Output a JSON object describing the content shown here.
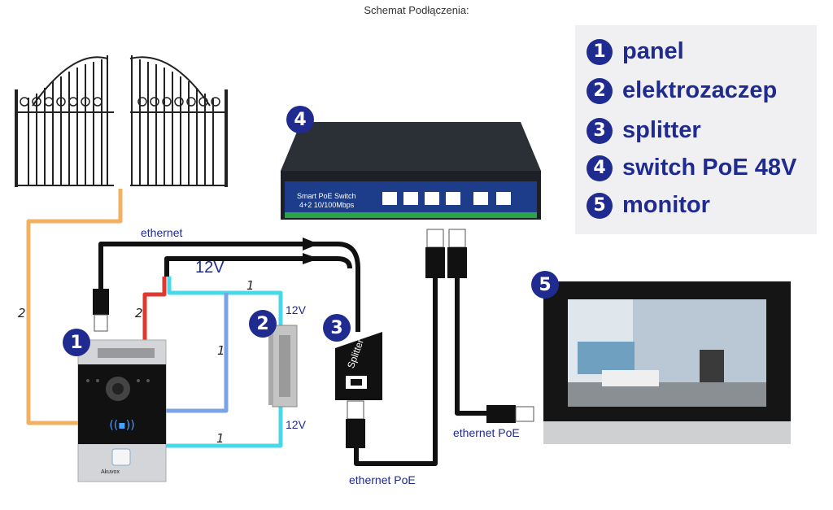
{
  "title": "Schemat Podłączenia:",
  "legend": [
    {
      "num": "1",
      "label": "panel"
    },
    {
      "num": "2",
      "label": "elektrozaczep"
    },
    {
      "num": "3",
      "label": "splitter"
    },
    {
      "num": "4",
      "label": "switch PoE 48V"
    },
    {
      "num": "5",
      "label": "monitor"
    }
  ],
  "devices": {
    "panel": {
      "num": "1",
      "brand": "Akuvox"
    },
    "lock": {
      "num": "2"
    },
    "splitter": {
      "num": "3",
      "label": "Splitter"
    },
    "switch": {
      "num": "4",
      "label_line1": "Smart PoE Switch",
      "label_line2": "4+2 10/100Mbps"
    },
    "monitor": {
      "num": "5"
    }
  },
  "wire_labels": {
    "ethernet": "ethernet",
    "v12_top": "12V",
    "v12_lock_top": "12V",
    "v12_lock_bottom": "12V",
    "ethernet_poe_splitter": "ethernet PoE",
    "ethernet_poe_monitor": "ethernet PoE",
    "count_2a": "2",
    "count_2b": "2",
    "count_1a": "1",
    "count_1b": "1",
    "count_1c": "1"
  },
  "colors": {
    "accent": "#1f2b8f",
    "wire_orange": "#f2b063",
    "wire_red": "#e0382e",
    "wire_cyan": "#48d8ea",
    "wire_blue": "#7aa2e6",
    "wire_black": "#111111"
  }
}
